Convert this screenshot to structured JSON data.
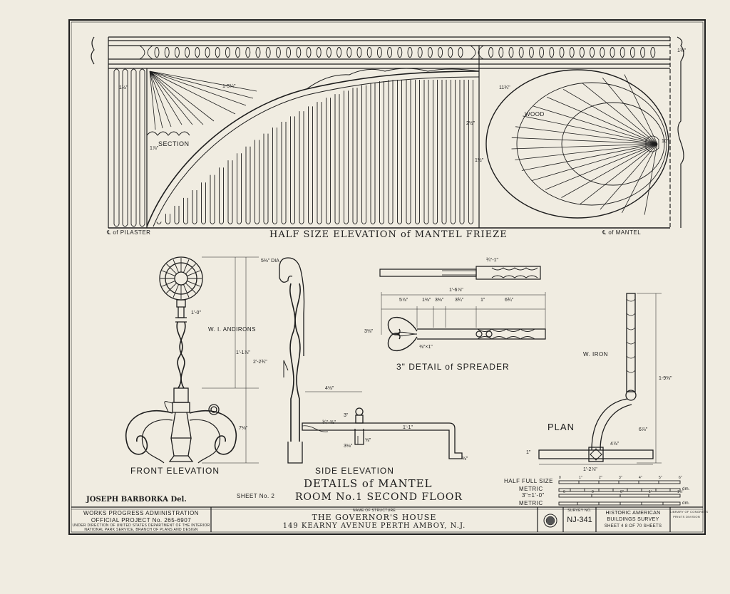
{
  "frieze": {
    "title": "HALF SIZE ELEVATION of MANTEL FRIEZE",
    "left_mark": "℄ of PILASTER",
    "right_mark": "℄ of MANTEL",
    "section_label": "SECTION",
    "wood_label": "WOOD",
    "dims": [
      "1-5¼\"",
      "1½\"",
      "11¾\"",
      "2½\"",
      "1⅜\"",
      "10\"",
      "1⅞\"",
      "1½\""
    ]
  },
  "andiron": {
    "front_title": "FRONT ELEVATION",
    "side_title": "SIDE ELEVATION",
    "material": "W. I. ANDIRONS",
    "dims": [
      "5⅜\" DIA",
      "1'-0\"",
      "1'-1⅞\"",
      "2'-2¾\"",
      "7⅛\"",
      "4⅛\"",
      "3\"",
      "3⅛\"",
      "1'-1\"",
      "⅝\"",
      "⅜\"",
      "¾\"-⅜\""
    ]
  },
  "spreader": {
    "title": "3\" DETAIL of SPREADER",
    "dims": [
      "1'-6⅞\"",
      "5⅞\"",
      "1⅜\"",
      "3⅜\"",
      "3¾\"",
      "1\"",
      "6¾\"",
      "3⅛\"",
      "¾\"-1\"",
      "⅜\"×1\""
    ]
  },
  "plan": {
    "title": "PLAN",
    "material": "W. IRON",
    "dims": [
      "1-9⅜\"",
      "6⅞\"",
      "4⅞\"",
      "1'-2⅞\"",
      "1\""
    ]
  },
  "details": {
    "line1": "DETAILS of MANTEL",
    "line2": "ROOM No.1  SECOND FLOOR"
  },
  "scales": {
    "row1_label": "HALF FULL SIZE",
    "row2_label": "METRIC",
    "row3_label": "3\"=1'-0\"",
    "row4_label": "METRIC",
    "unit1": "dm.",
    "unit2": "dm.",
    "ticks1": [
      "0",
      "1\"",
      "2\"",
      "3\"",
      "4\"",
      "5\"",
      "6\""
    ],
    "ticks3": [
      "6",
      "0",
      "6\"",
      "1'",
      "1½'"
    ]
  },
  "draftsman": "JOSEPH BARBORKA Del.",
  "sheet_note": "SHEET No. 2",
  "title_block": {
    "agency_line1": "WORKS PROGRESS ADMINISTRATION",
    "agency_line2": "OFFICIAL PROJECT No. 265-6907",
    "agency_line3": "UNDER DIRECTION OF UNITED STATES DEPARTMENT OF THE INTERIOR",
    "agency_line4": "NATIONAL PARK SERVICE, BRANCH OF PLANS AND DESIGN",
    "structure_caption": "NAME OF STRUCTURE",
    "structure_name": "THE GOVERNOR'S HOUSE",
    "address": "149 KEARNY AVENUE   PERTH AMBOY,   N.J.",
    "survey_caption": "SURVEY NO.",
    "survey_no": "NJ-341",
    "habs_line1": "HISTORIC AMERICAN",
    "habs_line2": "BUILDINGS SURVEY",
    "sheet_count": "SHEET 4 8 OF 70 SHEETS",
    "loc_line1": "LIBRARY OF CONGRESS",
    "loc_line2": "PRINTS DIVISION"
  }
}
